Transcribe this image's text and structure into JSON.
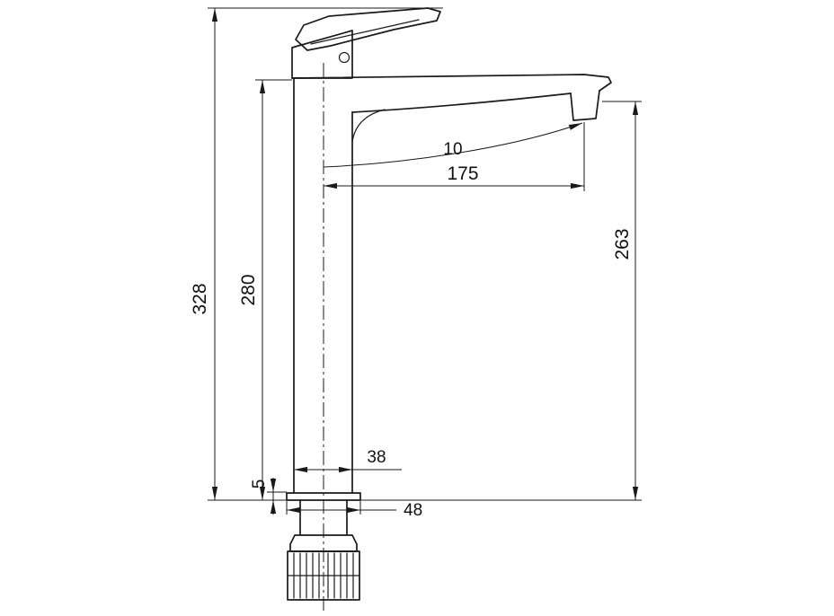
{
  "drawing": {
    "colors": {
      "line": "#1a1a1a",
      "text": "#111111",
      "background": "#ffffff"
    },
    "dimensions": {
      "overall_height": "328",
      "height_to_spout_deck": "280",
      "outlet_height": "263",
      "spout_reach": "175",
      "spout_drop": "10",
      "body_width": "38",
      "base_plate_thickness": "5",
      "base_width": "48"
    }
  }
}
